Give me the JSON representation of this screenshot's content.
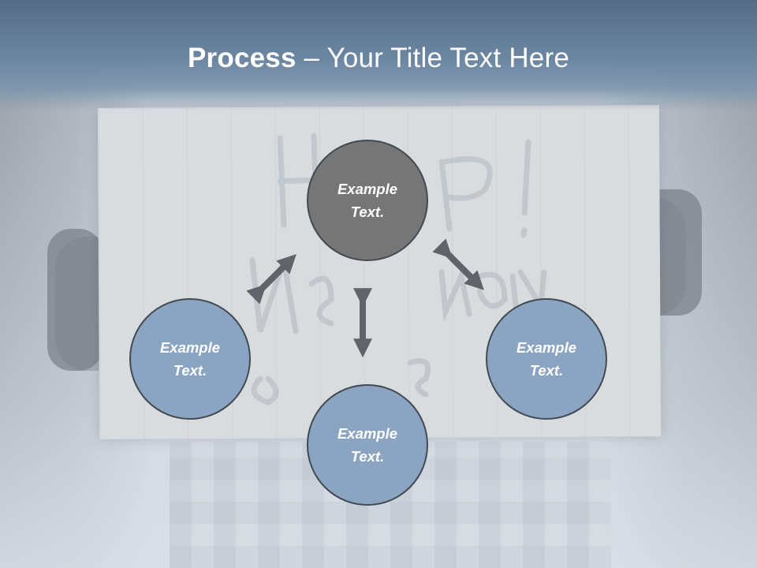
{
  "title": {
    "bold": "Process",
    "rest": " – Your Title Text Here"
  },
  "diagram": {
    "top": "Example\nText.",
    "left": "Example\nText.",
    "right": "Example\nText.",
    "bottom": "Example\nText."
  },
  "colors": {
    "header": "#6d87a3",
    "circle_top": "#767676",
    "circle_blue": "#8ba4c2",
    "arrow": "#606468"
  }
}
